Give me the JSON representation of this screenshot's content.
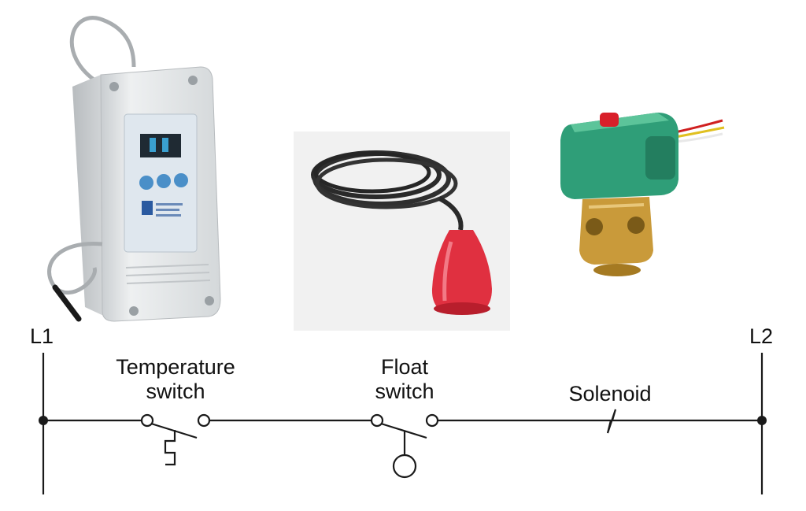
{
  "rails": {
    "left_label": "L1",
    "right_label": "L2"
  },
  "components": {
    "temperature_switch": {
      "line1": "Temperature",
      "line2": "switch"
    },
    "float_switch": {
      "line1": "Float",
      "line2": "switch"
    },
    "solenoid": {
      "label": "Solenoid"
    }
  },
  "photos": {
    "thermostat": "temperature-controller-icon",
    "float": "float-switch-icon",
    "solenoid_valve": "solenoid-valve-icon"
  },
  "colors": {
    "line": "#1a1a1a",
    "valve_coil": "#2f9e78",
    "float_body": "#e03040",
    "brass": "#c99a3a",
    "housing": "#dfe2e4"
  }
}
